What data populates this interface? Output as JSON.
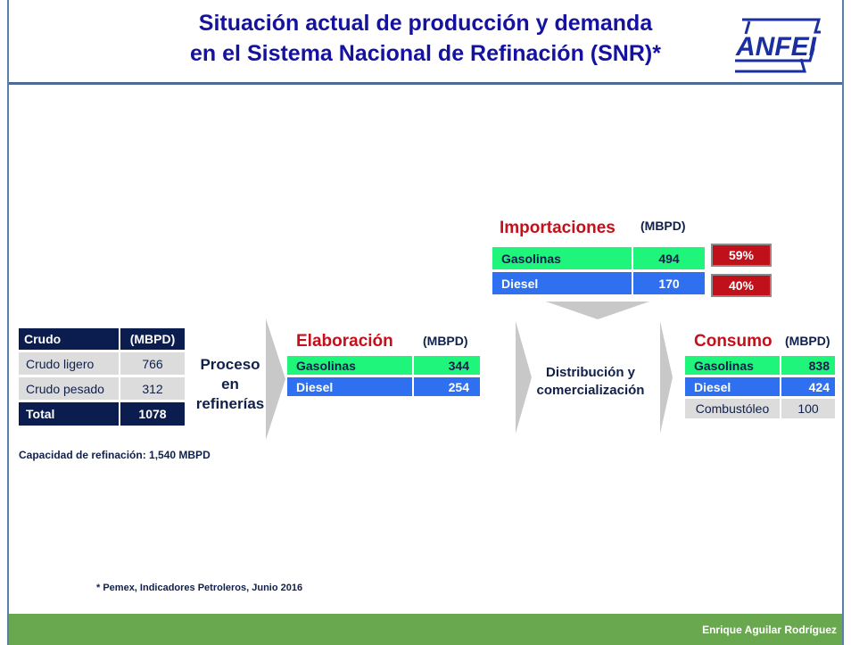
{
  "title": {
    "line1": "Situación actual de producción y demanda",
    "line2": "en el Sistema Nacional de Refinación (SNR)*"
  },
  "logo": {
    "name": "ANFEI"
  },
  "crudo": {
    "header_label": "Crudo",
    "header_unit": "(MBPD)",
    "rows": [
      {
        "label": "Crudo ligero",
        "value": "766"
      },
      {
        "label": "Crudo pesado",
        "value": "312"
      }
    ],
    "total_label": "Total",
    "total_value": "1078"
  },
  "proceso": {
    "line1": "Proceso",
    "line2": "en",
    "line3": "refinerías"
  },
  "capacidad": "Capacidad de refinación: 1,540 MBPD",
  "elaboracion": {
    "title": "Elaboración",
    "unit": "(MBPD)",
    "rows": [
      {
        "label": "Gasolinas",
        "value": "344"
      },
      {
        "label": "Diesel",
        "value": "254"
      }
    ]
  },
  "importaciones": {
    "title": "Importaciones",
    "unit": "(MBPD)",
    "rows": [
      {
        "label": "Gasolinas",
        "value": "494",
        "share": "59%"
      },
      {
        "label": "Diesel",
        "value": "170",
        "share": "40%"
      }
    ]
  },
  "distribucion": {
    "line1": "Distribución y",
    "line2": "comercialización"
  },
  "consumo": {
    "title": "Consumo",
    "unit": "(MBPD)",
    "rows": [
      {
        "label": "Gasolinas",
        "value": "838"
      },
      {
        "label": "Diesel",
        "value": "424"
      },
      {
        "label": "Combustóleo",
        "value": "100"
      }
    ]
  },
  "footnote": "* Pemex, Indicadores Petroleros, Junio 2016",
  "footer": "Enrique Aguilar Rodríguez",
  "colors": {
    "title": "#14129e",
    "dark_header": "#0b1c4f",
    "green_row": "#1ef57a",
    "blue_row": "#2f70f0",
    "red_badge": "#c0101a",
    "footer": "#6aa84f",
    "arrow": "#c8c8c8"
  }
}
